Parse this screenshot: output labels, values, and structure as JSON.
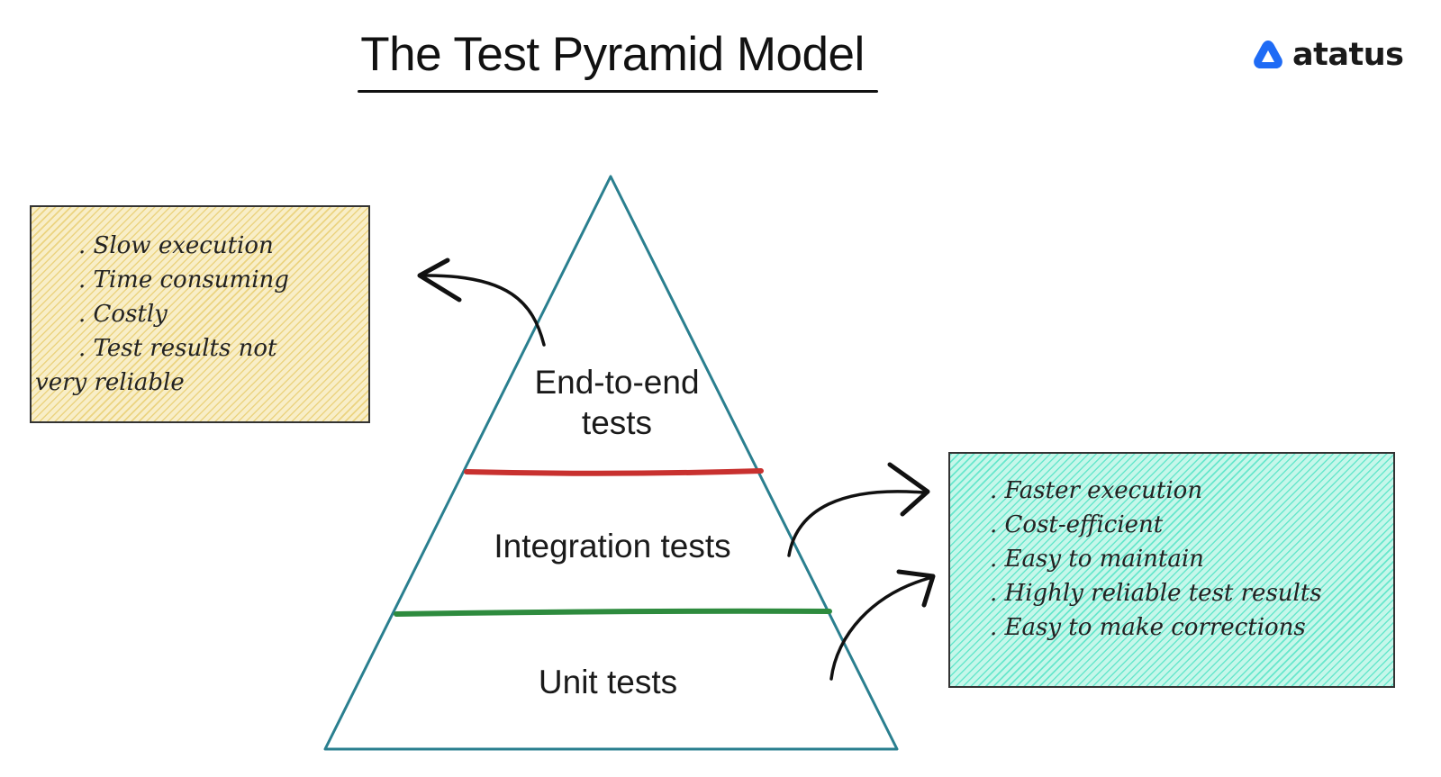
{
  "title": "The Test Pyramid Model",
  "logo": {
    "text": "atatus",
    "icon": "atatus-logo-icon",
    "color": "#1f6bf5"
  },
  "pyramid": {
    "layers": [
      {
        "line1": "End-to-end",
        "line2": "tests"
      },
      {
        "label": "Integration tests"
      },
      {
        "label": "Unit tests"
      }
    ],
    "outline_color": "#2a7f8f",
    "divider_colors": [
      "#c8312f",
      "#2e8b3e"
    ]
  },
  "notes": {
    "left": {
      "items": [
        ". Slow execution",
        ". Time consuming",
        ". Costly",
        ". Test results not",
        "very reliable"
      ],
      "color": "#f8eec8"
    },
    "right": {
      "items": [
        ". Faster execution",
        ". Cost-efficient",
        ". Easy to maintain",
        ". Highly reliable test results",
        ". Easy to make corrections"
      ],
      "color": "#c6f7ea"
    }
  }
}
